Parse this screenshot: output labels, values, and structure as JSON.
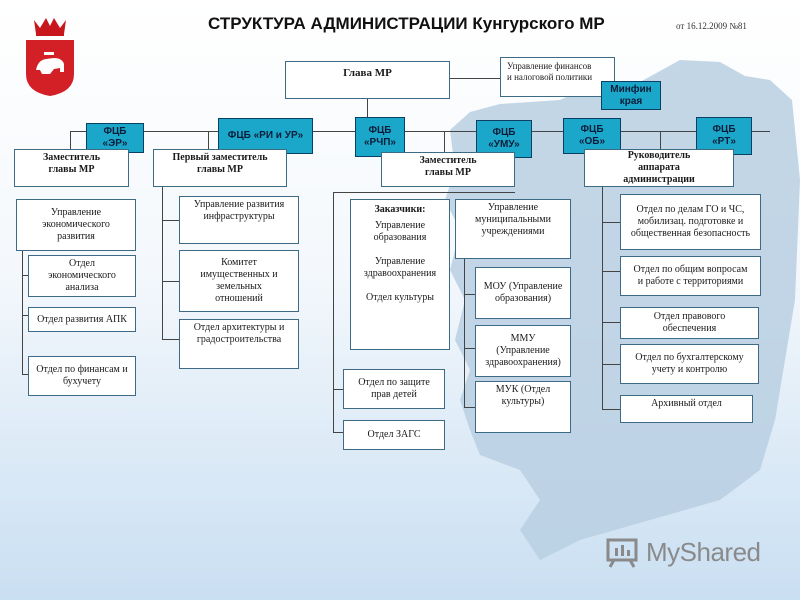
{
  "title": "СТРУКТУРА АДМИНИСТРАЦИИ Кунгурского  МР",
  "date_note": "от 16.12.2009 №81",
  "glava": "Глава МР",
  "fin_upr": "Управление финансов\nи налоговой политики",
  "minfin": "Минфин\nкрая",
  "fcb": {
    "er": "ФЦБ\n«ЭР»",
    "ri_ur": "ФЦБ «РИ и УР»",
    "rchp": "ФЦБ\n«РЧП»",
    "umu": "ФЦБ\n«УМУ»",
    "ob": "ФЦБ\n«ОБ»",
    "rt": "ФЦБ\n«РТ»"
  },
  "col1": {
    "head": "Заместитель\nглавы МР",
    "items": [
      "Управление\nэкономического\nразвития",
      "Отдел\nэкономического\nанализа",
      "Отдел развития АПК",
      "Отдел по финансам и\nбухучету"
    ]
  },
  "col2": {
    "head": "Первый заместитель\nглавы МР",
    "items": [
      "Управление развития\nинфраструктуры",
      "Комитет\nимущественных  и\nземельных\nотношений",
      "Отдел архитектуры и\nградостроительства"
    ]
  },
  "col3": {
    "head": "Заместитель\nглавы МР",
    "zakazchiki_title": "Заказчики:",
    "zakazchiki_body": "Управление\nобразования\n\nУправление\nздравоохранения\n\nОтдел культуры",
    "items": [
      "Отдел по защите\nправ детей",
      "Отдел ЗАГС"
    ],
    "upr_mun": "Управление\nмуниципальными\nучреждениями",
    "mun_items": [
      "МОУ (Управление\nобразования)",
      "ММУ\n(Управление\nздравоохранения)",
      "МУК (Отдел\nкультуры)"
    ]
  },
  "col4": {
    "head": "Руководитель\nаппарата\nадминистрации",
    "items": [
      "Отдел по делам ГО и ЧС,\nмобилизац. подготовке и\nобщественная безопасность",
      "Отдел по общим вопросам\nи работе с территориями",
      "Отдел правового\nобеспечения",
      "Отдел по бухгалтерскому\nучету и контролю",
      "Архивный отдел"
    ]
  },
  "watermark": "MyShared",
  "colors": {
    "fcb": "#1ba7c9",
    "border": "#3d6b86",
    "map": "#b9cfe2"
  }
}
